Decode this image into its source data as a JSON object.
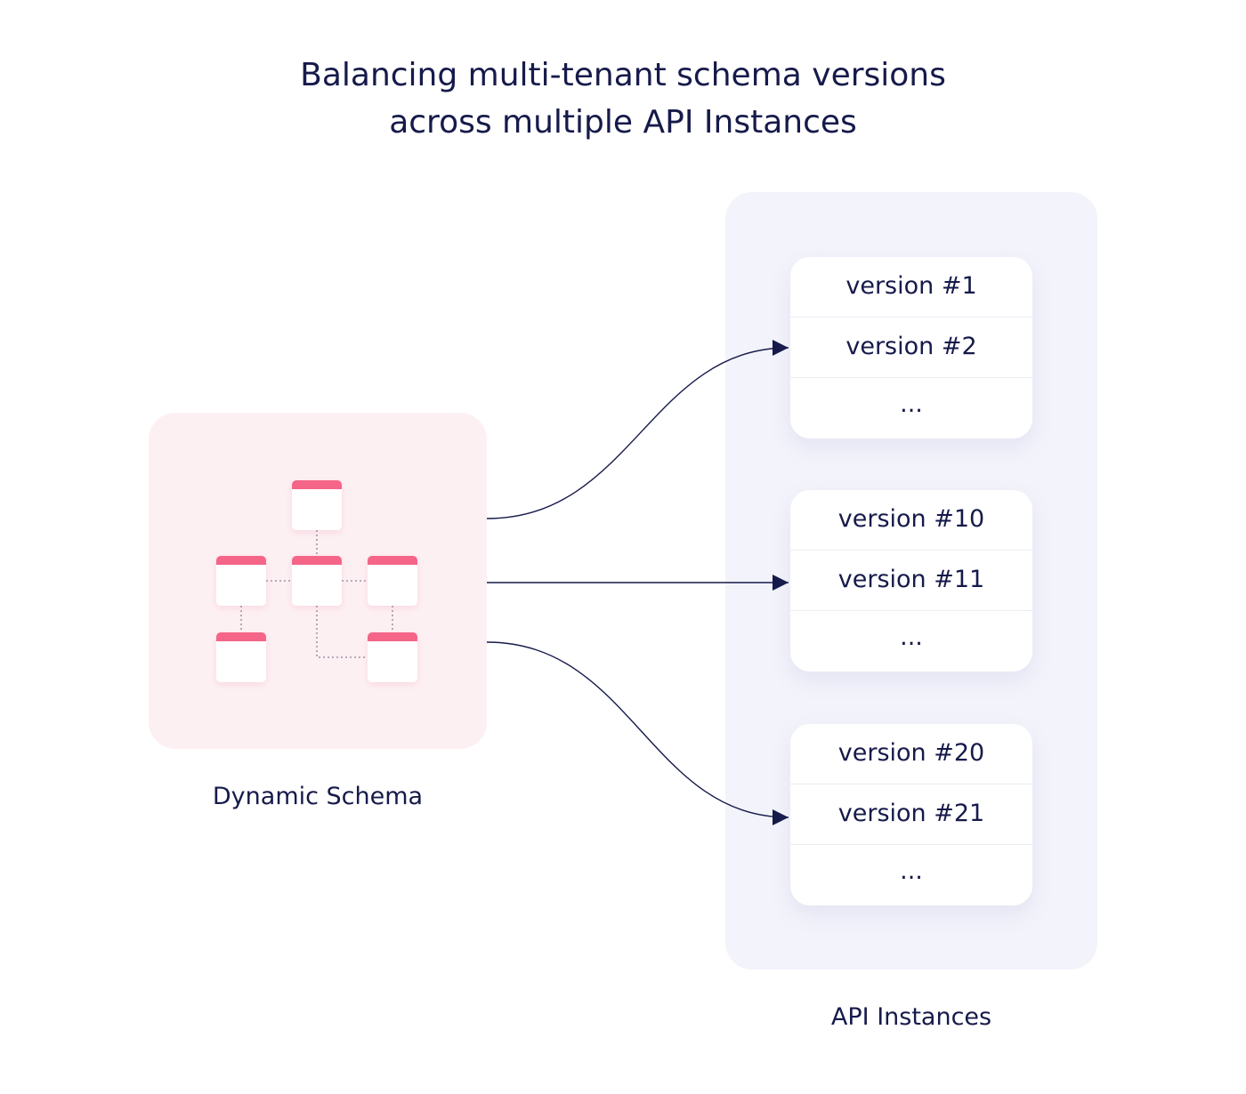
{
  "title": {
    "line1": "Balancing multi-tenant schema versions",
    "line2": "across multiple API Instances"
  },
  "schema": {
    "label": "Dynamic Schema",
    "colors": {
      "panel": "#fdf0f3",
      "table_header": "#f46588"
    }
  },
  "api": {
    "label": "API Instances",
    "colors": {
      "panel": "#f3f3fb"
    },
    "instances": [
      {
        "rows": [
          "version #1",
          "version #2",
          "..."
        ]
      },
      {
        "rows": [
          "version #10",
          "version #11",
          "..."
        ]
      },
      {
        "rows": [
          "version #20",
          "version #21",
          "..."
        ]
      }
    ]
  },
  "colors": {
    "text": "#161a4a",
    "arrow": "#161a4a"
  }
}
